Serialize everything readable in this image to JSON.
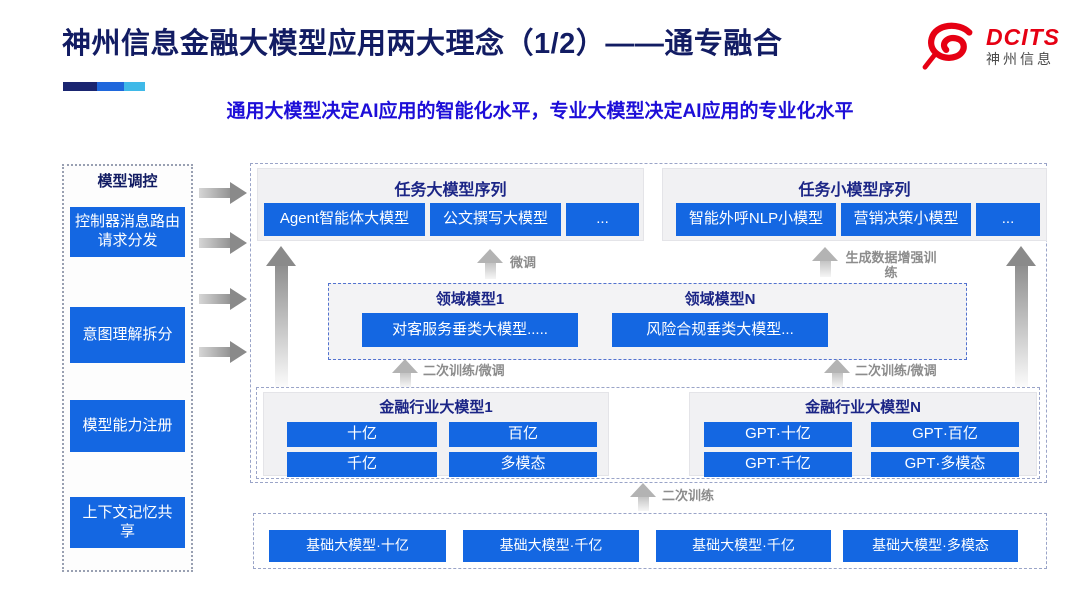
{
  "header": {
    "title": "神州信息金融大模型应用两大理念（1/2）——通专融合",
    "subtitle": "通用大模型决定AI应用的智能化水平，专业大模型决定AI应用的专业化水平",
    "logo_text": "DCITS",
    "logo_cn": "神州信息"
  },
  "sidebar": {
    "title": "模型调控",
    "items": [
      "控制器消息路由请求分发",
      "意图理解拆分",
      "模型能力注册",
      "上下文记忆共享"
    ]
  },
  "diagram": {
    "task_large": {
      "title": "任务大模型序列",
      "items": [
        "Agent智能体大模型",
        "公文撰写大模型",
        "..."
      ]
    },
    "task_small": {
      "title": "任务小模型序列",
      "items": [
        "智能外呼NLP小模型",
        "营销决策小模型",
        "..."
      ]
    },
    "labels": {
      "finetune": "微调",
      "gen_data": "生成数据增强训练",
      "retrain_finetune": "二次训练/微调",
      "retrain": "二次训练"
    },
    "domain": {
      "groups": [
        {
          "title": "领域模型1",
          "item": "对客服务垂类大模型....."
        },
        {
          "title": "领域模型N",
          "item": "风险合规垂类大模型..."
        }
      ]
    },
    "industry": {
      "groups": [
        {
          "title": "金融行业大模型1",
          "items": [
            "十亿",
            "百亿",
            "千亿",
            "多模态"
          ]
        },
        {
          "title": "金融行业大模型N",
          "items": [
            "GPT·十亿",
            "GPT·百亿",
            "GPT·千亿",
            "GPT·多模态"
          ]
        }
      ]
    },
    "base": {
      "items": [
        "基础大模型·十亿",
        "基础大模型·千亿",
        "基础大模型·千亿",
        "基础大模型·多模态"
      ]
    }
  },
  "colors": {
    "accent_blue": "#1467e2",
    "title_navy": "#121c63",
    "subtitle_blue": "#1d0ed8",
    "logo_red": "#e60013"
  }
}
